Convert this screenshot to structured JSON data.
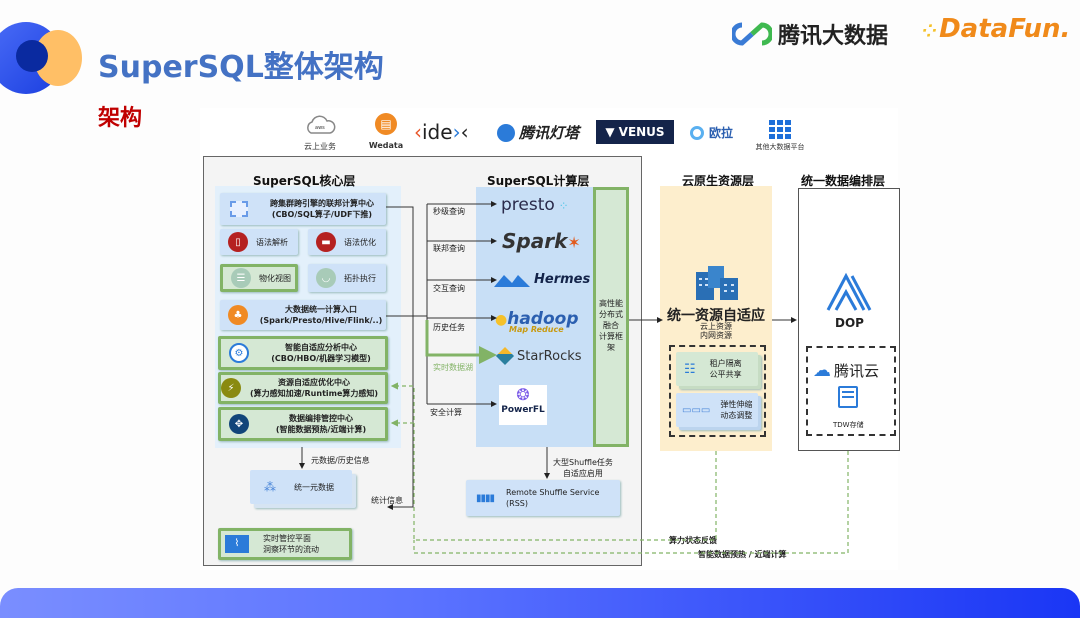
{
  "header": {
    "title": "SuperSQL整体架构",
    "subtitle": "架构",
    "brand_tencent": "腾讯大数据",
    "brand_datafun": "DataFun."
  },
  "platforms": [
    {
      "name": "aws",
      "label": "云上业务"
    },
    {
      "name": "wedata",
      "label": "Wedata"
    },
    {
      "name": "idex",
      "label": "<ide><"
    },
    {
      "name": "tencent-lighthouse",
      "label": "腾讯灯塔"
    },
    {
      "name": "venus",
      "label": "VENUS"
    },
    {
      "name": "oula",
      "label": "欧拉"
    },
    {
      "name": "others",
      "label": "其他大数据平台"
    }
  ],
  "core_layer": {
    "title": "SuperSQL核心层",
    "federation": {
      "line1": "跨集群跨引擎的联邦计算中心",
      "line2": "(CBO/SQL算子/UDF下推)"
    },
    "parse": "语法解析",
    "optimize": "语法优化",
    "mview": "物化视图",
    "topology": "拓扑执行",
    "entry": {
      "line1": "大数据统一计算入口",
      "line2": "(Spark/Presto/Hive/Flink/..)"
    },
    "analysis": {
      "line1": "智能自适应分析中心",
      "line2": "(CBO/HBO/机器学习模型)"
    },
    "resource_opt": {
      "line1": "资源自适应优化中心",
      "line2": "(算力感知加速/Runtime算力感知)"
    },
    "orchestration": {
      "line1": "数据编排管控中心",
      "line2": "(智能数据预热/近端计算)"
    },
    "metadata_edge": "元数据/历史信息",
    "metadata": "统一元数据",
    "stats_edge": "统计信息",
    "control_plane": {
      "line1": "实时管控平面",
      "line2": "洞察环节的流动"
    }
  },
  "compute_layer": {
    "title": "SuperSQL计算层",
    "routes": [
      "秒级查询",
      "联邦查询",
      "交互查询",
      "历史任务",
      "实时数据湖",
      "安全计算"
    ],
    "engines": [
      "presto",
      "Spark",
      "Hermes",
      "hadoop",
      "Map Reduce",
      "StarRocks",
      "PowerFL"
    ],
    "framework": [
      "高性能",
      "分布式",
      "融合",
      "计算框架"
    ],
    "shuffle_edge": [
      "大型Shuffle任务",
      "自适应启用"
    ],
    "rss": {
      "line1": "Remote Shuffle Service",
      "line2": "(RSS)"
    }
  },
  "cloud_layer": {
    "title": "云原生资源层",
    "main": "统一资源自适应",
    "sub": [
      "云上资源",
      "内网资源"
    ],
    "tenant": [
      "租户隔离",
      "公平共享"
    ],
    "elastic": [
      "弹性伸缩",
      "动态调整"
    ]
  },
  "orchestration_layer": {
    "title": "统一数据编排层",
    "dop": "DOP",
    "tencent_cloud": "腾讯云",
    "tdw": "TDW存储"
  },
  "feedback": {
    "compute_state": "算力状态反馈",
    "prefetch": "智能数据预热 / 近端计算"
  }
}
